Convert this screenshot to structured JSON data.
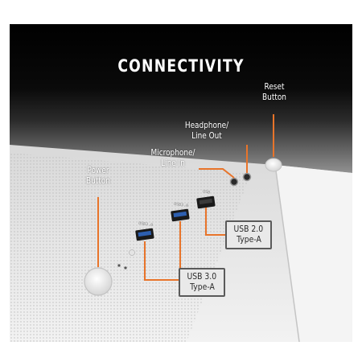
{
  "heading": "CONNECTIVITY",
  "labels": {
    "power": [
      "Power",
      "Button"
    ],
    "microphone": [
      "Microphone/",
      "Line In"
    ],
    "headphone": [
      "Headphone/",
      "Line Out"
    ],
    "reset": [
      "Reset",
      "Button"
    ]
  },
  "callouts": {
    "usb2": [
      "USB 2.0",
      "Type-A"
    ],
    "usb3": [
      "USB 3.0",
      "Type-A"
    ]
  },
  "port_markings": {
    "usb3_left": "USB3.0",
    "usb3_right": "USB3.0",
    "usb2": "USB"
  },
  "colors": {
    "accent": "#e8742a",
    "callout_border": "#5a5a5a",
    "port_blue": "#2d5fb0",
    "port_black": "#1a1a1a",
    "case_white": "#ececec"
  }
}
